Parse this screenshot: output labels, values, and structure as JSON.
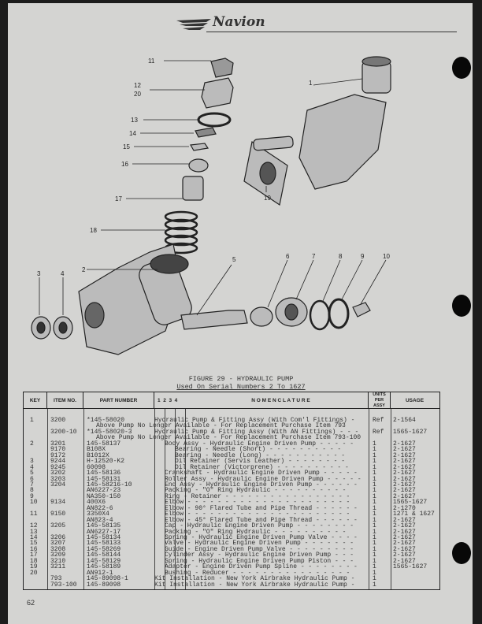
{
  "header": {
    "logo_text": "Navion"
  },
  "figure": {
    "title": "FIGURE 29 - HYDRAULIC PUMP",
    "subtitle": "Used On Serial Numbers 2 To 1627",
    "callouts": [
      "1",
      "2",
      "3",
      "4",
      "5",
      "6",
      "7",
      "8",
      "9",
      "10",
      "11",
      "12",
      "20",
      "13",
      "14",
      "15",
      "16",
      "17",
      "18",
      "19"
    ]
  },
  "table": {
    "headers": {
      "key": "KEY",
      "item": "ITEM NO.",
      "part": "PART NUMBER",
      "levels": "1  2  3  4",
      "nomenclature": "N O M E N C L A T U R E",
      "units": "UNITS PER ASSY",
      "usage": "USAGE"
    },
    "rows": [
      {
        "key": "1",
        "item": "3200",
        "part": "*145-58020",
        "indent": 0,
        "desc": "Hydraulic Pump & Fitting Assy (With Com'l Fittings)  -",
        "units": "Ref",
        "usage": "2-1564"
      },
      {
        "key": "",
        "item": "",
        "part": "",
        "indent": -1,
        "desc": "Above Pump No Longer Available - For Replacement Purchase Item 793",
        "units": "",
        "usage": ""
      },
      {
        "key": "",
        "item": "3200-10",
        "part": "*145-58020-3",
        "indent": 0,
        "desc": "Hydraulic Pump & Fitting Assy (With AN Fittings) - - -",
        "units": "Ref",
        "usage": "1565-1627"
      },
      {
        "key": "",
        "item": "",
        "part": "",
        "indent": -1,
        "desc": "Above Pump No Longer Available - For Replacement Purchase Item 793-100",
        "units": "",
        "usage": ""
      },
      {
        "key": "2",
        "item": "3201",
        "part": "145-58137",
        "indent": 1,
        "desc": "Body Assy - Hydraulic Engine Driven Pump - - - - -",
        "units": "1",
        "usage": "2-1627"
      },
      {
        "key": "",
        "item": "9170",
        "part": "B108X",
        "indent": 2,
        "desc": "Bearing - Needle (Short) - - - - - - - - - -",
        "units": "1",
        "usage": "2-1627"
      },
      {
        "key": "",
        "item": "9172",
        "part": "B1012X",
        "indent": 2,
        "desc": "Bearing - Needle (Long) - - - - - - - - - - -",
        "units": "1",
        "usage": "2-1627"
      },
      {
        "key": "3",
        "item": "9244",
        "part": "H-12520-K2",
        "indent": 2,
        "desc": "Oil Retainer (Servis Leather) - - - - - - - -",
        "units": "1",
        "usage": "2-1627"
      },
      {
        "key": "4",
        "item": "9245",
        "part": "60098",
        "indent": 2,
        "desc": "Oil Retainer (Victorprene) - - - - - - - - - -",
        "units": "1",
        "usage": "2-1627"
      },
      {
        "key": "5",
        "item": "3202",
        "part": "145-58136",
        "indent": 1,
        "desc": "Crankshaft - Hydraulic Engine Driven Pump - - - - -",
        "units": "1",
        "usage": "2-1627"
      },
      {
        "key": "6",
        "item": "3203",
        "part": "145-58131",
        "indent": 1,
        "desc": "Roller Assy - Hydraulic Engine Driven Pump - - - - -",
        "units": "1",
        "usage": "2-1627"
      },
      {
        "key": "7",
        "item": "3204",
        "part": "145-58216-10",
        "indent": 1,
        "desc": "End Assy - Hydraulic Engine Driven Pump - - - - - -",
        "units": "1",
        "usage": "2-1627"
      },
      {
        "key": "8",
        "item": "",
        "part": "AN6227-23",
        "indent": 1,
        "desc": "Packing - \"O\" Ring Hydraulic - - - - - - - - - -",
        "units": "1",
        "usage": "2-1627"
      },
      {
        "key": "9",
        "item": "",
        "part": "NA350-150",
        "indent": 1,
        "desc": "Ring - Retainer - - - - - - - - - - - - - - - - -",
        "units": "1",
        "usage": "2-1627"
      },
      {
        "key": "10",
        "item": "9134",
        "part": "400X6",
        "indent": 1,
        "desc": "Elbow - - - - - - - - - - - - - - - - - - - - - -",
        "units": "1",
        "usage": "1565-1627"
      },
      {
        "key": "",
        "item": "",
        "part": "AN822-6",
        "indent": 1,
        "desc": "Elbow - 90° Flared Tube and Pipe Thread - - - - - -",
        "units": "1",
        "usage": "2-1270"
      },
      {
        "key": "11",
        "item": "9150",
        "part": "3350X4",
        "indent": 1,
        "desc": "Elbow - - - - - - - - - - - - - - - - - - - - - -",
        "units": "1",
        "usage": "1271 & 1627"
      },
      {
        "key": "",
        "item": "",
        "part": "AN823-4",
        "indent": 1,
        "desc": "Elbow - 45° Flared Tube and Pipe Thread - - - - - -",
        "units": "1",
        "usage": "2-1627"
      },
      {
        "key": "12",
        "item": "3205",
        "part": "145-58135",
        "indent": 1,
        "desc": "Cap - Hydraulic Engine Driven Pump - - - - - - - -",
        "units": "1",
        "usage": "2-1627"
      },
      {
        "key": "13",
        "item": "",
        "part": "AN6227-17",
        "indent": 1,
        "desc": "Packing - \"O\" Ring Hydraulic - - - - - - - - - -",
        "units": "1",
        "usage": "2-1627"
      },
      {
        "key": "14",
        "item": "3206",
        "part": "145-58134",
        "indent": 1,
        "desc": "Spring - Hydraulic Engine Driven Pump Valve - - - -",
        "units": "1",
        "usage": "2-1627"
      },
      {
        "key": "15",
        "item": "3207",
        "part": "145-58133",
        "indent": 1,
        "desc": "Valve - Hydraulic Engine Driven Pump - - - - - - -",
        "units": "1",
        "usage": "2-1627"
      },
      {
        "key": "16",
        "item": "3208",
        "part": "145-58269",
        "indent": 1,
        "desc": "Guide - Engine Driven Pump Valve - - - - - - - - -",
        "units": "1",
        "usage": "2-1627"
      },
      {
        "key": "17",
        "item": "3209",
        "part": "145-58144",
        "indent": 1,
        "desc": "Cylinder Assy - Hydraulic Engine Driven Pump - - -",
        "units": "1",
        "usage": "2-1627"
      },
      {
        "key": "18",
        "item": "3210",
        "part": "145-58129",
        "indent": 1,
        "desc": "Spring - Hydraulic Engine Driven Pump Piston - - -",
        "units": "1",
        "usage": "2-1627"
      },
      {
        "key": "19",
        "item": "3211",
        "part": "145-58189",
        "indent": 1,
        "desc": "Adapter - Engine Driven Pump Spline - - - - - - - -",
        "units": "1",
        "usage": "1565-1627"
      },
      {
        "key": "20",
        "item": "",
        "part": "AN912-1",
        "indent": 1,
        "desc": "Bushing - Reducer - - - - - - - - - - - - - - - -",
        "units": "1",
        "usage": ""
      },
      {
        "key": "",
        "item": "793",
        "part": "145-89098-1",
        "indent": 0,
        "desc": "Kit Installation - New York Airbrake Hydraulic Pump  -",
        "units": "1",
        "usage": ""
      },
      {
        "key": "",
        "item": "793-100",
        "part": "145-89098",
        "indent": 0,
        "desc": "Kit Installation - New York Airbrake Hydraulic Pump  -",
        "units": "1",
        "usage": ""
      }
    ]
  },
  "footer": {
    "page_number": "62"
  }
}
